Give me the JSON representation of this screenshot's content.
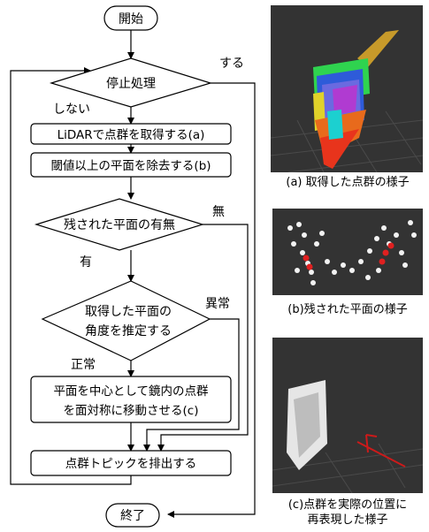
{
  "flowchart": {
    "start": "開始",
    "end": "終了",
    "decision_stop": "停止処理",
    "label_suru": "する",
    "label_shinai": "しない",
    "step_acquire": "LiDARで点群を取得する(a)",
    "step_remove": "閾値以上の平面を除去する(b)",
    "decision_remaining": "残された平面の有無",
    "label_mu": "無",
    "label_yu": "有",
    "decision_angle_line1": "取得した平面の",
    "decision_angle_line2": "角度を推定する",
    "label_ijou": "異常",
    "label_seijou": "正常",
    "step_mirror_line1": "平面を中心として鏡内の点群",
    "step_mirror_line2": "を面対称に移動させる(c)",
    "step_publish": "点群トピックを排出する"
  },
  "panels": {
    "a_caption": "(a) 取得した点群の様子",
    "b_caption": "(b)残された平面の様子",
    "c_caption_line1": "(c)点群を実際の位置に",
    "c_caption_line2": "再表現した様子"
  }
}
